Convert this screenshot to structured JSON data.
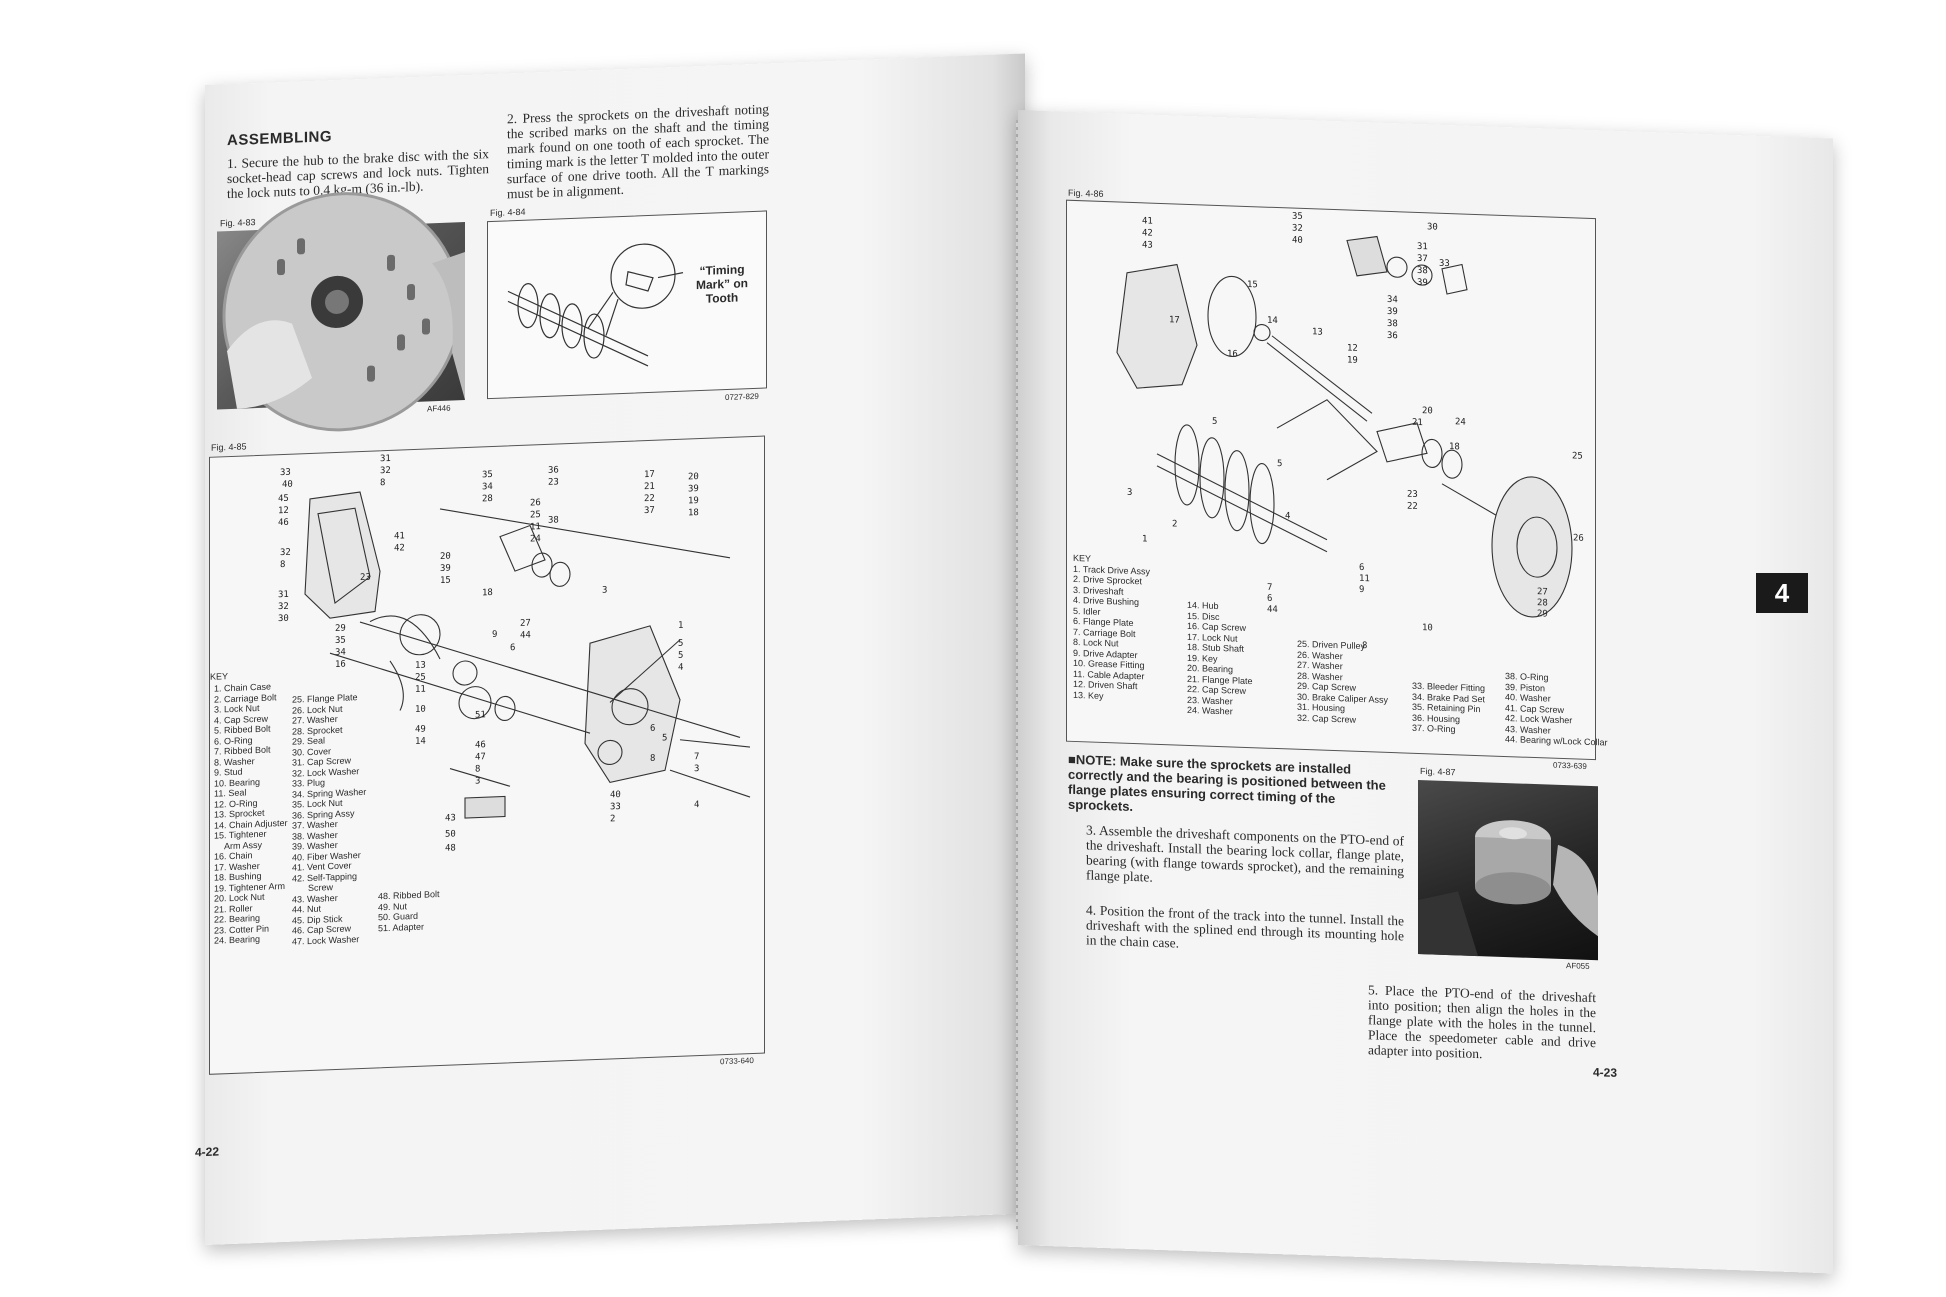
{
  "left_page": {
    "heading": "ASSEMBLING",
    "step1": "1. Secure the hub to the brake disc with the six socket-head cap screws and lock nuts. Tighten the lock nuts to 0.4 kg-m (36 in.-lb).",
    "step2": "2. Press the sprockets on the driveshaft noting the scribed marks on the shaft and the timing mark found on one tooth of each sprocket. The timing mark is the letter T molded into the outer surface of one drive tooth. All the T markings must be in alignment.",
    "fig83": {
      "label": "Fig. 4-83",
      "code": "AF446"
    },
    "fig84": {
      "label": "Fig. 4-84",
      "code": "0727-829",
      "callout": "“Timing Mark” on Tooth"
    },
    "fig85": {
      "label": "Fig. 4-85",
      "code": "0733-640",
      "key_title": "KEY",
      "key_col1": [
        "1. Chain Case",
        "2. Carriage Bolt",
        "3. Lock Nut",
        "4. Cap Screw",
        "5. Ribbed Bolt",
        "6. O-Ring",
        "7. Ribbed Bolt",
        "8. Washer",
        "9. Stud",
        "10. Bearing",
        "11. Seal",
        "12. O-Ring",
        "13. Sprocket",
        "14. Chain Adjuster",
        "15. Tightener",
        "Arm Assy",
        "16. Chain",
        "17. Washer",
        "18. Bushing",
        "19. Tightener Arm",
        "20. Lock Nut",
        "21. Roller",
        "22. Bearing",
        "23. Cotter Pin",
        "24. Bearing"
      ],
      "key_col2": [
        "25. Flange Plate",
        "26. Lock Nut",
        "27. Washer",
        "28. Sprocket",
        "29. Seal",
        "30. Cover",
        "31. Cap Screw",
        "32. Lock Washer",
        "33. Plug",
        "34. Spring Washer",
        "35. Lock Nut",
        "36. Spring Assy",
        "37. Washer",
        "38. Washer",
        "39. Washer",
        "40. Fiber Washer",
        "41. Vent Cover",
        "42. Self-Tapping",
        "Screw",
        "43. Washer",
        "44. Nut",
        "45. Dip Stick",
        "46. Cap Screw",
        "47. Lock Washer"
      ],
      "key_col3": [
        "48. Ribbed Bolt",
        "49. Nut",
        "50. Guard",
        "51. Adapter"
      ]
    },
    "page_number": "4-22"
  },
  "right_page": {
    "fig86": {
      "label": "Fig. 4-86",
      "code": "0733-639",
      "key_title": "KEY",
      "key_col1": [
        "1. Track Drive Assy",
        "2. Drive Sprocket",
        "3. Driveshaft",
        "4. Drive Bushing",
        "5. Idler",
        "6. Flange Plate",
        "7. Carriage Bolt",
        "8. Lock Nut",
        "9. Drive Adapter",
        "10. Grease Fitting",
        "11. Cable Adapter",
        "12. Driven Shaft",
        "13. Key"
      ],
      "key_col2": [
        "14. Hub",
        "15. Disc",
        "16. Cap Screw",
        "17. Lock Nut",
        "18. Stub Shaft",
        "19. Key",
        "20. Bearing",
        "21. Flange Plate",
        "22. Cap Screw",
        "23. Washer",
        "24. Washer"
      ],
      "key_col3": [
        "25. Driven Pulley",
        "26. Washer",
        "27. Washer",
        "28. Washer",
        "29. Cap Screw",
        "30. Brake Caliper Assy",
        "31. Housing",
        "32. Cap Screw"
      ],
      "key_col4": [
        "33. Bleeder Fitting",
        "34. Brake Pad Set",
        "35. Retaining Pin",
        "36. Housing",
        "37. O-Ring"
      ],
      "key_col5": [
        "38. O-Ring",
        "39. Piston",
        "40. Washer",
        "41. Cap Screw",
        "42. Lock Washer",
        "43. Washer",
        "44. Bearing w/Lock Collar"
      ]
    },
    "note": "■NOTE: Make sure the sprockets are installed correctly and the bearing is positioned between the flange plates ensuring correct timing of the sprockets.",
    "step3": "3. Assemble the driveshaft components on the PTO-end of the driveshaft. Install the bearing lock collar, flange plate, bearing (with flange towards sprocket), and the remaining flange plate.",
    "step4": "4. Position the front of the track into the tunnel. Install the driveshaft with the splined end through its mounting hole in the chain case.",
    "step5": "5. Place the PTO-end of the driveshaft into position; then align the holes in the flange plate with the holes in the tunnel. Place the speedometer cable and drive adapter into position.",
    "fig87": {
      "label": "Fig. 4-87",
      "code": "AF055"
    },
    "tab": "4",
    "page_number": "4-23"
  }
}
